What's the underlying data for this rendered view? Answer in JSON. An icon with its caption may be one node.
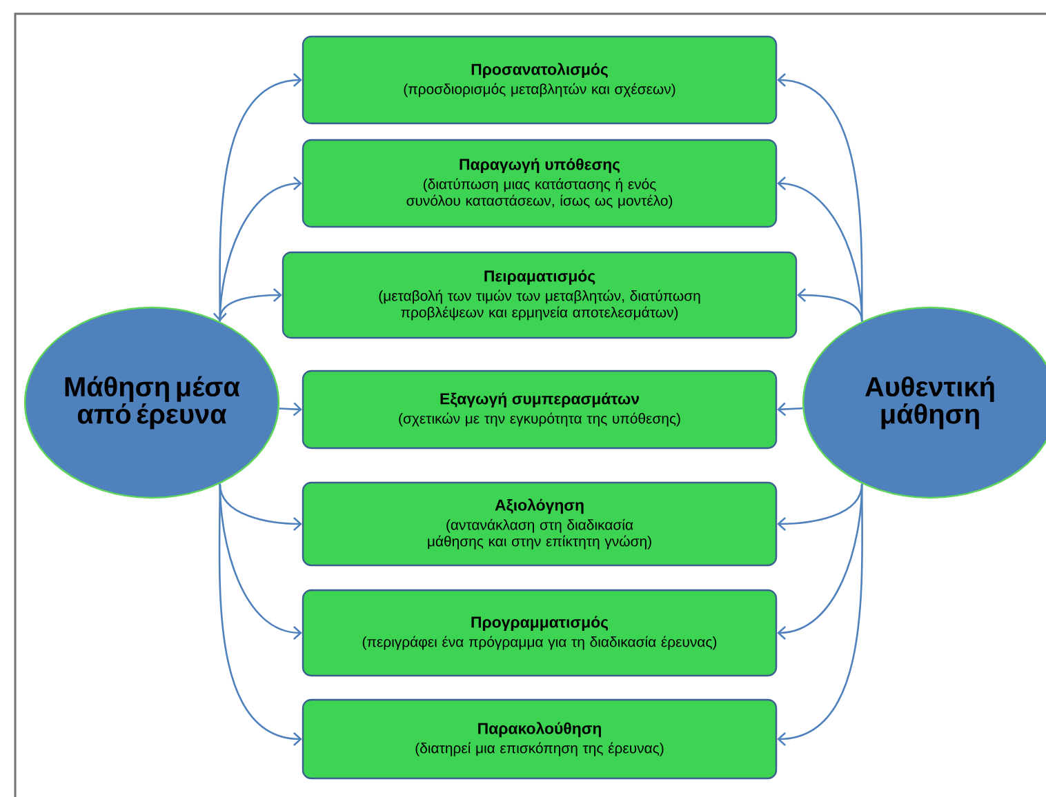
{
  "diagram": {
    "nodes": [
      {
        "text": [
          "Μάθηση μέσα από έρευνα"
        ]
      },
      {
        "text": [
          "Προσανατολισμός",
          "(προσδιορισμός μεταβλητών και σχέσεων)"
        ]
      },
      {
        "text": [
          "Παραγωγή υπόθεσης",
          "(διατύπωση μιας κατάστασης ή ενός συνόλου καταστάσεων, ίσως ως μοντέλο)"
        ]
      },
      {
        "text": [
          "Πειραματισμός",
          "(μεταβολή των τιμών των μεταβλητών, διατύπωση προβλέψεων και ερμηνεία αποτελεσμάτων)"
        ]
      },
      {
        "text": [
          "Εξαγωγή συμπερασμάτων",
          "(σχετικών με την εγκυρότητα της υπόθεσης)"
        ]
      },
      {
        "text": [
          "Αξιολόγηση",
          "(αντανάκλαση στη διαδικασία μάθησης και στην επίκτητη γνώση)"
        ]
      },
      {
        "text": [
          "Προγραμματισμός",
          "(περιγράφει ένα πρόγραμμα για τη διαδικασία έρευνας)"
        ]
      },
      {
        "text": [
          "Παρακολούθηση",
          "(διατηρεί  μια επισκόπηση της έρευνας)"
        ]
      },
      {
        "text": [
          "Αυθεντική μάθηση"
        ]
      }
    ],
    "edges": [
      {
        "from": 0,
        "to": 1,
        "arrow": "to"
      },
      {
        "from": 0,
        "to": 2,
        "arrow": "to"
      },
      {
        "from": 0,
        "to": 3,
        "arrow": "both"
      },
      {
        "from": 0,
        "to": 4,
        "arrow": "to"
      },
      {
        "from": 0,
        "to": 5,
        "arrow": "to"
      },
      {
        "from": 0,
        "to": 6,
        "arrow": "to"
      },
      {
        "from": 0,
        "to": 7,
        "arrow": "to"
      },
      {
        "from": 8,
        "to": 1,
        "arrow": "to"
      },
      {
        "from": 8,
        "to": 2,
        "arrow": "to"
      },
      {
        "from": 8,
        "to": 3,
        "arrow": "to"
      },
      {
        "from": 8,
        "to": 4,
        "arrow": "to"
      },
      {
        "from": 8,
        "to": 5,
        "arrow": "to"
      },
      {
        "from": 8,
        "to": 6,
        "arrow": "to"
      },
      {
        "from": 8,
        "to": 7,
        "arrow": "to"
      }
    ]
  }
}
